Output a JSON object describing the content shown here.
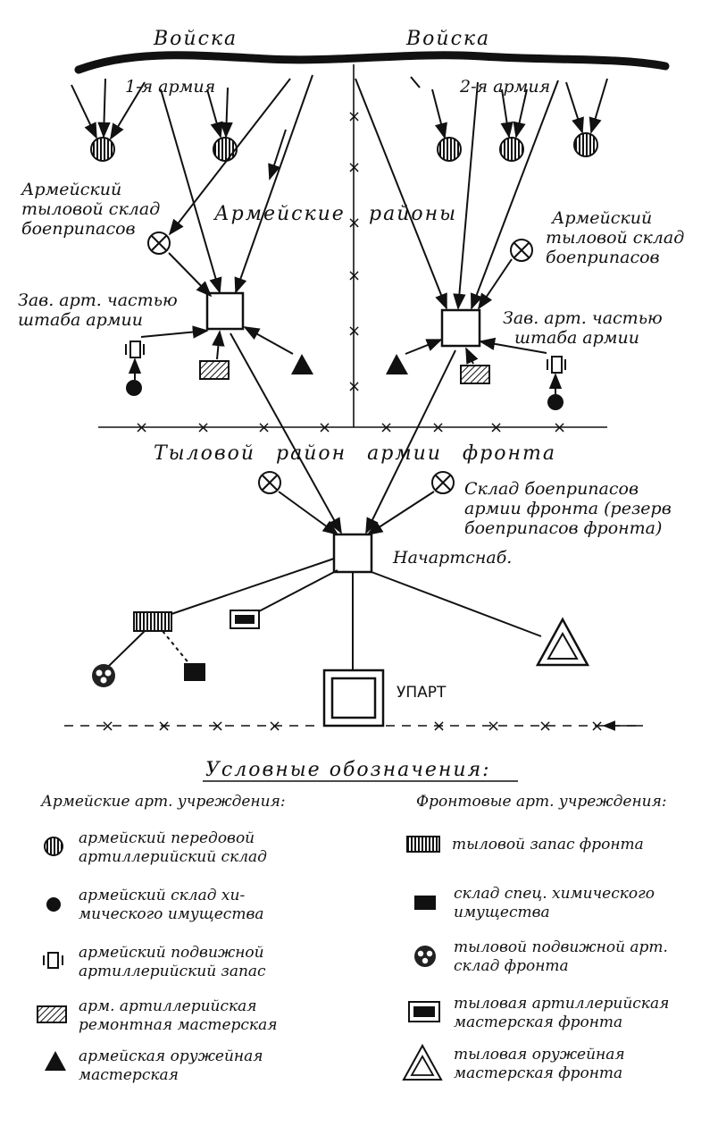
{
  "title_troops_left": "Войска",
  "title_troops_right": "Войска",
  "army_1": "1-я армия",
  "army_2": "2-я армия",
  "army_areas_left": "Армейские",
  "army_areas_right": "районы",
  "depot_left": [
    "Армейский",
    "тыловой склад",
    "боеприпасов"
  ],
  "depot_right": [
    "Армейский",
    "тыловой склад",
    "боеприпасов"
  ],
  "hq_left": [
    "Зав. арт. частью",
    "штаба армии"
  ],
  "hq_right": [
    "Зав. арт. частью",
    "штаба армии"
  ],
  "front_rear_area": "Тыловой район армии фронта",
  "front_depot": [
    "Склад боеприпасов",
    "армии фронта (резерв",
    "боеприпасов фронта)"
  ],
  "front_chief": "Начартснаб.",
  "upart": "УПАРТ",
  "marker_x": "×",
  "legend": {
    "title": "Условные обозначения:",
    "army_heading": "Армейские арт. учреждения:",
    "front_heading": "Фронтовые арт. учреждения:",
    "army_items": [
      {
        "icon": "striped-circle-icon",
        "lines": [
          "армейский передовой",
          "артиллерийский склад"
        ]
      },
      {
        "icon": "filled-circle-icon",
        "lines": [
          "армейский склад хи-",
          "мического имущества"
        ]
      },
      {
        "icon": "mobile-reserve-icon",
        "lines": [
          "армейский подвижной",
          "артиллерийский запас"
        ]
      },
      {
        "icon": "hatched-rect-icon",
        "lines": [
          "арм. артиллерийская",
          "ремонтная мастерская"
        ]
      },
      {
        "icon": "filled-triangle-icon",
        "lines": [
          "армейская оружейная",
          "мастерская"
        ]
      }
    ],
    "front_items": [
      {
        "icon": "striped-rect-icon",
        "lines": [
          "тыловой запас фронта"
        ]
      },
      {
        "icon": "filled-rect-icon",
        "lines": [
          "склад спец. химического",
          "имущества"
        ]
      },
      {
        "icon": "mobile-depot-icon",
        "lines": [
          "тыловой подвижной арт.",
          "склад фронта"
        ]
      },
      {
        "icon": "framed-rect-icon",
        "lines": [
          "тыловая артиллерийская",
          "мастерская фронта"
        ]
      },
      {
        "icon": "double-triangle-icon",
        "lines": [
          "тыловая оружейная",
          "мастерская фронта"
        ]
      }
    ]
  }
}
